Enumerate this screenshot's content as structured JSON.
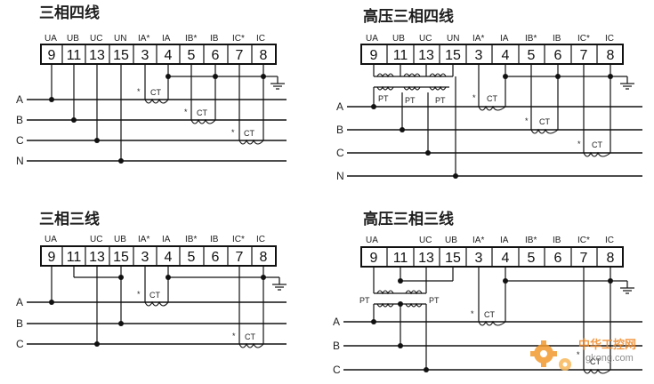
{
  "diagram": {
    "panels": [
      {
        "title": "三相四线",
        "terminals": [
          {
            "label": "UA",
            "num": "9"
          },
          {
            "label": "UB",
            "num": "11"
          },
          {
            "label": "UC",
            "num": "13"
          },
          {
            "label": "UN",
            "num": "15"
          },
          {
            "label": "IA*",
            "num": "3"
          },
          {
            "label": "IA",
            "num": "4"
          },
          {
            "label": "IB*",
            "num": "5"
          },
          {
            "label": "IB",
            "num": "6"
          },
          {
            "label": "IC*",
            "num": "7"
          },
          {
            "label": "IC",
            "num": "8"
          }
        ],
        "buses": [
          "A",
          "B",
          "C",
          "N"
        ],
        "ct_labels": [
          "CT",
          "CT",
          "CT"
        ],
        "star_marks": [
          "*",
          "*",
          "*"
        ]
      },
      {
        "title": "高压三相四线",
        "terminals": [
          {
            "label": "UA",
            "num": "9"
          },
          {
            "label": "UB",
            "num": "11"
          },
          {
            "label": "UC",
            "num": "13"
          },
          {
            "label": "UN",
            "num": "15"
          },
          {
            "label": "IA*",
            "num": "3"
          },
          {
            "label": "IA",
            "num": "4"
          },
          {
            "label": "IB*",
            "num": "5"
          },
          {
            "label": "IB",
            "num": "6"
          },
          {
            "label": "IC*",
            "num": "7"
          },
          {
            "label": "IC",
            "num": "8"
          }
        ],
        "buses": [
          "A",
          "B",
          "C",
          "N"
        ],
        "pt_labels": [
          "PT",
          "PT",
          "PT"
        ],
        "ct_labels": [
          "CT",
          "CT",
          "CT"
        ],
        "star_marks": [
          "*",
          "*",
          "*"
        ]
      },
      {
        "title": "三相三线",
        "terminals": [
          {
            "label": "UA",
            "num": "9"
          },
          {
            "label": "",
            "num": "11"
          },
          {
            "label": "UC",
            "num": "13"
          },
          {
            "label": "UB",
            "num": "15"
          },
          {
            "label": "IA*",
            "num": "3"
          },
          {
            "label": "IA",
            "num": "4"
          },
          {
            "label": "IB*",
            "num": "5"
          },
          {
            "label": "IB",
            "num": "6"
          },
          {
            "label": "IC*",
            "num": "7"
          },
          {
            "label": "IC",
            "num": "8"
          }
        ],
        "buses": [
          "A",
          "B",
          "C"
        ],
        "ct_labels": [
          "CT",
          "CT"
        ],
        "star_marks": [
          "*",
          "*"
        ]
      },
      {
        "title": "高压三相三线",
        "terminals": [
          {
            "label": "UA",
            "num": "9"
          },
          {
            "label": "",
            "num": "11"
          },
          {
            "label": "UC",
            "num": "13"
          },
          {
            "label": "UB",
            "num": "15"
          },
          {
            "label": "IA*",
            "num": "3"
          },
          {
            "label": "IA",
            "num": "4"
          },
          {
            "label": "IB*",
            "num": "5"
          },
          {
            "label": "IB",
            "num": "6"
          },
          {
            "label": "IC*",
            "num": "7"
          },
          {
            "label": "IC",
            "num": "8"
          }
        ],
        "buses": [
          "A",
          "B",
          "C"
        ],
        "pt_labels": [
          "PT",
          "PT"
        ],
        "ct_labels": [
          "CT",
          "CT"
        ],
        "star_marks": [
          "*",
          "*"
        ]
      }
    ],
    "watermark": {
      "line1": "中华工控网",
      "line2": "gkong.com"
    }
  }
}
